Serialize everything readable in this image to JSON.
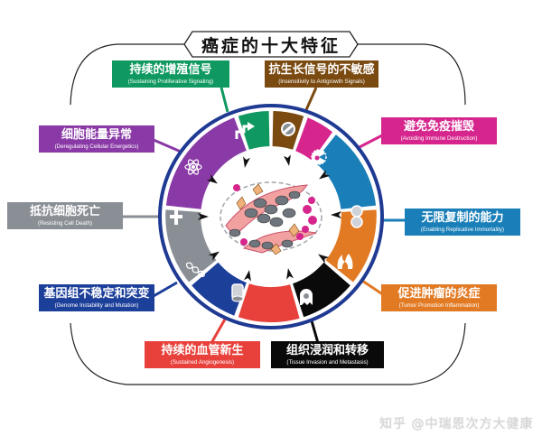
{
  "title": "癌症的十大特征",
  "watermark": "知乎 @中瑞恩次方大健康",
  "colors": {
    "ring": "#1f3a93",
    "frame": "#222222",
    "green": "#0f9960",
    "brown": "#7a4a10",
    "magenta": "#d6268e",
    "teal": "#1a7fb8",
    "orange": "#e27a24",
    "black": "#0a0a0a",
    "red": "#e8403a",
    "navy": "#1c3f9a",
    "gray": "#8a8f96",
    "purple": "#8a3aa6"
  },
  "hallmarks": [
    {
      "id": "proliferative",
      "zh": "持续的增殖信号",
      "en": "(Sustaining Proliferative Signaling)",
      "color": "#0f9960",
      "icon": "arrow-up-right-icon"
    },
    {
      "id": "antigrowth",
      "zh": "抗生长信号的不敏感",
      "en": "(Insensitivity to Antigrowth Signals)",
      "color": "#7a4a10",
      "icon": "no-entry-icon"
    },
    {
      "id": "immune",
      "zh": "避免免疫摧毁",
      "en": "(Avoiding Immune Destruction)",
      "color": "#d6268e",
      "icon": "pacman-cell-icon"
    },
    {
      "id": "immortality",
      "zh": "无限复制的能力",
      "en": "(Enabling Replicative Immortality)",
      "color": "#1a7fb8",
      "icon": "infinity-icon"
    },
    {
      "id": "inflammation",
      "zh": "促进肿瘤的炎症",
      "en": "(Tumor Promotion Inflammation)",
      "color": "#e27a24",
      "icon": "flame-icon"
    },
    {
      "id": "metastasis",
      "zh": "组织浸润和转移",
      "en": "(Tissue Invasion and Metastasis)",
      "color": "#0a0a0a",
      "icon": "ghost-cell-icon"
    },
    {
      "id": "angiogenesis",
      "zh": "持续的血管新生",
      "en": "(Sustained Angiogenesis)",
      "color": "#e8403a",
      "icon": "vessel-icon"
    },
    {
      "id": "genome",
      "zh": "基因组不稳定和突变",
      "en": "(Genome Instability and Mutation)",
      "color": "#1c3f9a",
      "icon": "dna-icon"
    },
    {
      "id": "celldeath",
      "zh": "抵抗细胞死亡",
      "en": "(Resisting Cell Death)",
      "color": "#8a8f96",
      "icon": "cross-icon"
    },
    {
      "id": "energetics",
      "zh": "细胞能量异常",
      "en": "(Deregulating Cellular Energetics)",
      "color": "#8a3aa6",
      "icon": "atom-icon"
    }
  ]
}
